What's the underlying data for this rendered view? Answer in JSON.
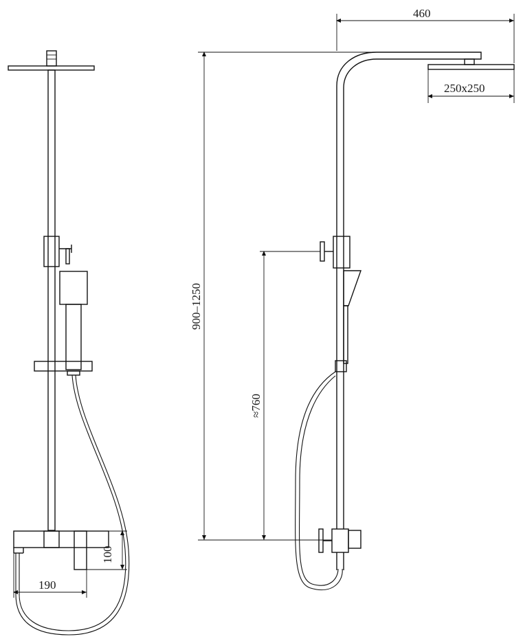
{
  "dimensions": {
    "head_reach": "460",
    "head_size": "250x250",
    "total_height": "900–1250",
    "handle_height": "≈760",
    "mixer_height": "100",
    "mixer_width": "190"
  }
}
